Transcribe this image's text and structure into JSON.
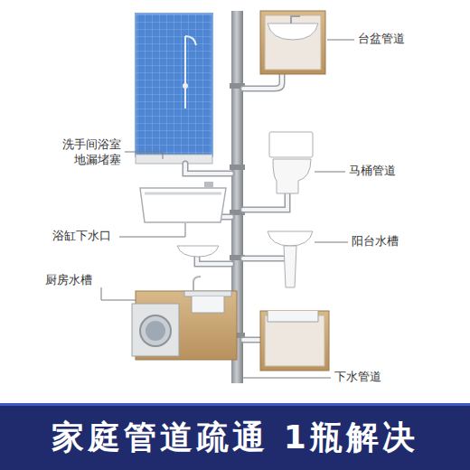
{
  "diagram": {
    "nodes": [
      {
        "text": [
          "家庭管道疏通 1瓶解决"
        ]
      }
    ],
    "labels": [
      "台盆管道",
      "洗手间浴室 地漏堵塞",
      "马桶管道",
      "浴缸下水口",
      "阳台水槽",
      "厨房水槽",
      "下水管道"
    ]
  }
}
